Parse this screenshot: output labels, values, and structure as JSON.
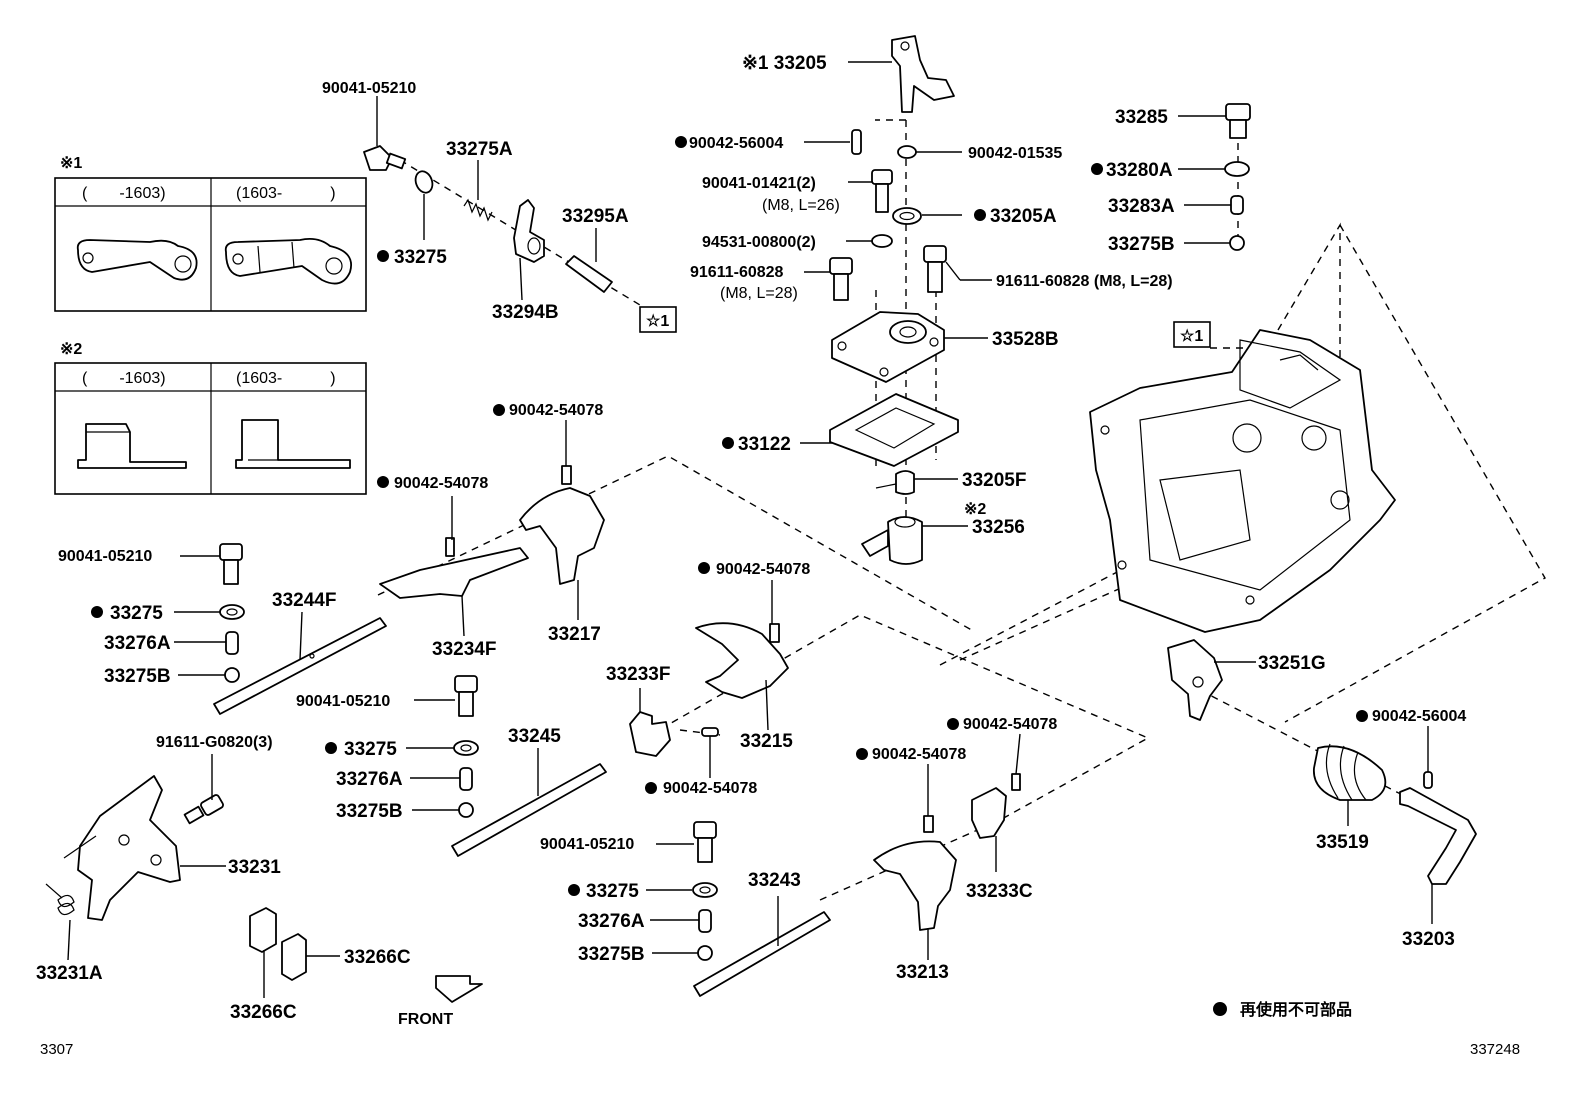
{
  "corners": {
    "bottom_left": "3307",
    "bottom_right": "337248"
  },
  "inset1": {
    "mark": "※1",
    "col_left": "(　　-1603)",
    "col_right": "(1603-　　　)"
  },
  "inset2": {
    "mark": "※2",
    "col_left": "(　　-1603)",
    "col_right": "(1603-　　　)"
  },
  "front_label": "FRONT",
  "legend": {
    "text": "再使用不可部品"
  },
  "ref": {
    "star1": "☆1"
  },
  "parts": {
    "p33205": "※1 33205",
    "p90042_56004_top": "90042-56004",
    "p90042_01535": "90042-01535",
    "p90041_01421": "90041-01421(2)",
    "p90041_01421_spec": "(M8, L=26)",
    "p33205A": "33205A",
    "p94531_00800": "94531-00800(2)",
    "p91611_60828_l": "91611-60828",
    "p91611_60828_l_spec": "(M8, L=28)",
    "p91611_60828_r": "91611-60828 (M8, L=28)",
    "p33528B": "33528B",
    "p33122": "33122",
    "p33205F": "33205F",
    "p33256_mark": "※2",
    "p33256": "33256",
    "p33285": "33285",
    "p33280A": "33280A",
    "p33283A": "33283A",
    "p33275B_tr": "33275B",
    "p90041_05210_top": "90041-05210",
    "p33275A": "33275A",
    "p33295A": "33295A",
    "p33275_top": "33275",
    "p33294B": "33294B",
    "p90042_54078_a": "90042-54078",
    "p90042_54078_b": "90042-54078",
    "p90041_05210_l": "90041-05210",
    "p33244F": "33244F",
    "p33275_l": "33275",
    "p33276A_l": "33276A",
    "p33275B_l": "33275B",
    "p33234F": "33234F",
    "p33217": "33217",
    "p90042_54078_c": "90042-54078",
    "p33233F": "33233F",
    "p33215": "33215",
    "p90041_05210_m": "90041-05210",
    "p33245": "33245",
    "p33275_m": "33275",
    "p33276A_m": "33276A",
    "p33275B_m": "33275B",
    "p90042_54078_d": "90042-54078",
    "p91611_G0820": "91611-G0820(3)",
    "p33231": "33231",
    "p33231A": "33231A",
    "p33266C_r": "33266C",
    "p33266C_b": "33266C",
    "p90041_05210_b": "90041-05210",
    "p33275_b": "33275",
    "p33276A_b": "33276A",
    "p33275B_b": "33275B",
    "p33243": "33243",
    "p90042_54078_e": "90042-54078",
    "p90042_54078_f": "90042-54078",
    "p33213": "33213",
    "p33233C": "33233C",
    "p33251G": "33251G",
    "p90042_56004_r": "90042-56004",
    "p33519": "33519",
    "p33203": "33203"
  }
}
